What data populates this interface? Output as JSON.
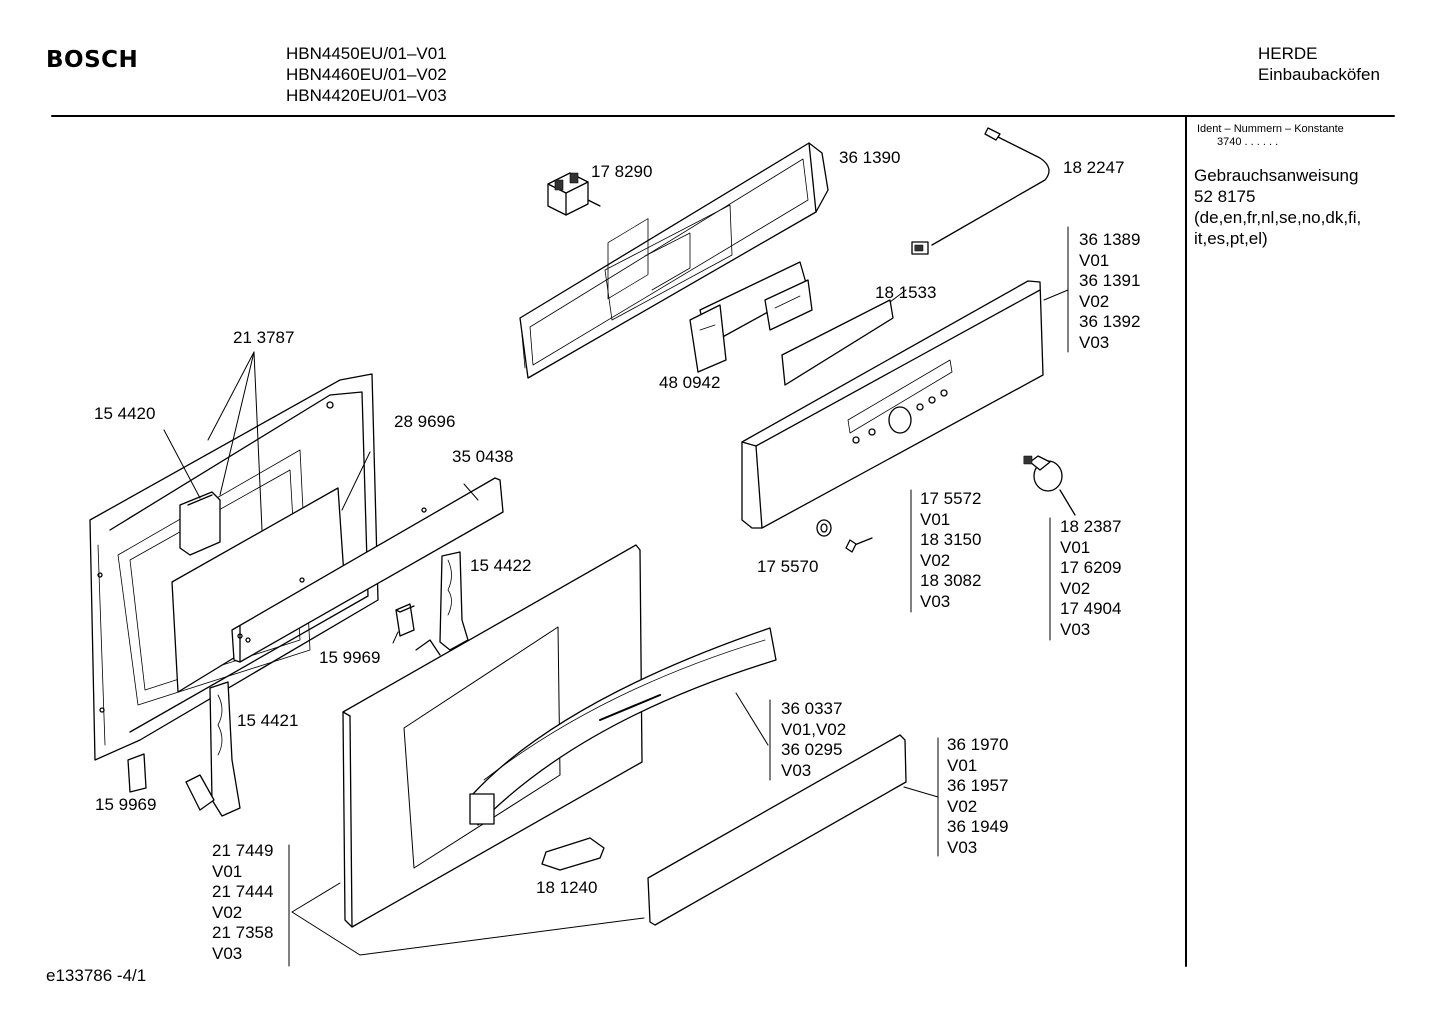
{
  "header": {
    "brand": "BOSCH",
    "models": [
      "HBN4450EU/01–V01",
      "HBN4460EU/01–V02",
      "HBN4420EU/01–V03"
    ],
    "category": [
      "HERDE",
      "Einbaubacköfen"
    ]
  },
  "sidebar": {
    "ident_title": "Ident – Nummern – Konstante",
    "ident_value": "3740  .  .    .  .  .  .",
    "manual_label": "Gebrauchsanweisung",
    "manual_number": "52 8175",
    "manual_languages": "(de,en,fr,nl,se,no,dk,fi, it,es,pt,el)"
  },
  "parts": {
    "p178290": "17 8290",
    "p361390": "36 1390",
    "p182247": "18 2247",
    "p181533": "18 1533",
    "p480942": "48 0942",
    "p213787": "21 3787",
    "p154420": "15 4420",
    "p289696": "28 9696",
    "p350438": "35 0438",
    "p154422": "15 4422",
    "p159969a": "15 9969",
    "p154421": "15 4421",
    "p159969b": "15 9969",
    "p175570": "17 5570",
    "p181240": "18 1240"
  },
  "stacks": {
    "panel": [
      "36 1389",
      "V01",
      "36 1391",
      "V02",
      "36 1392",
      "V03"
    ],
    "screw": [
      "17 5572",
      "V01",
      "18 3150",
      "V02",
      "18 3082",
      "V03"
    ],
    "knob": [
      "18 2387",
      "V01",
      "17 6209",
      "V02",
      "17 4904",
      "V03"
    ],
    "handle": [
      "36 0337",
      "V01,V02",
      "36 0295",
      "V03"
    ],
    "glass": [
      "36 1970",
      "V01",
      "36 1957",
      "V02",
      "36 1949",
      "V03"
    ],
    "door": [
      "21 7449",
      "V01",
      "21 7444",
      "V02",
      "21 7358",
      "V03"
    ]
  },
  "footer": {
    "drawing_id": "e133786  -4/1"
  }
}
